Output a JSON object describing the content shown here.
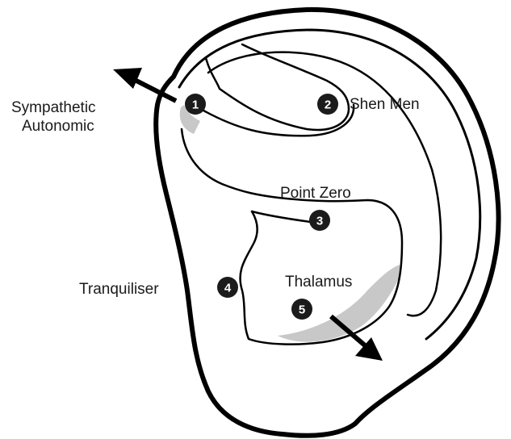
{
  "points": [
    {
      "number": "1",
      "label_lines": [
        "Sympathetic",
        "Autonomic"
      ]
    },
    {
      "number": "2",
      "label_lines": [
        "Shen Men"
      ]
    },
    {
      "number": "3",
      "label_lines": [
        "Point Zero"
      ]
    },
    {
      "number": "4",
      "label_lines": [
        "Tranquiliser"
      ]
    },
    {
      "number": "5",
      "label_lines": [
        "Thalamus"
      ]
    }
  ],
  "colors": {
    "outline": "#000000",
    "shade": "#c8c8c8",
    "marker_fill": "#1b1b1b",
    "marker_text": "#ffffff"
  }
}
